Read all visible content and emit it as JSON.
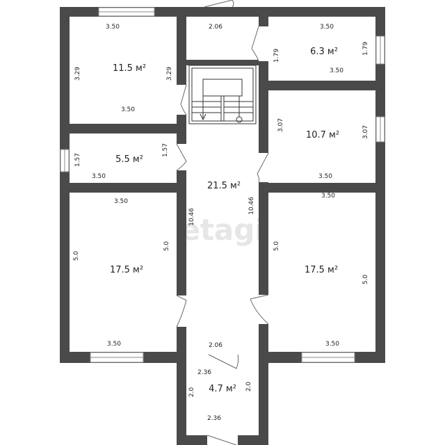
{
  "watermark": "etagi",
  "rooms": [
    {
      "id": "room-tl",
      "area": "11.5 м²",
      "dims": [
        "3.50",
        "3.29",
        "3.29",
        "3.50"
      ]
    },
    {
      "id": "room-tr",
      "area": "6.3 м²",
      "dims": [
        "3.50",
        "1.79",
        "1.79",
        "3.50"
      ]
    },
    {
      "id": "room-small",
      "area": "5.5 м²",
      "dims": [
        "1.57",
        "1.57",
        "3.50"
      ]
    },
    {
      "id": "room-r2",
      "area": "10.7 м²",
      "dims": [
        "3.07",
        "3.07",
        "3.50"
      ]
    },
    {
      "id": "hall",
      "area": "21.5 м²",
      "dims": [
        "2.06",
        "10.46",
        "10.46",
        "2.06"
      ]
    },
    {
      "id": "room-bl",
      "area": "17.5 м²",
      "dims": [
        "3.50",
        "5.0",
        "5.0",
        "3.50"
      ]
    },
    {
      "id": "room-br",
      "area": "17.5 м²",
      "dims": [
        "3.50",
        "5.0",
        "5.0",
        "3.50"
      ]
    },
    {
      "id": "vestibule",
      "area": "4.7 м²",
      "dims": [
        "2.36",
        "2.0",
        "2.0",
        "2.36"
      ]
    }
  ]
}
